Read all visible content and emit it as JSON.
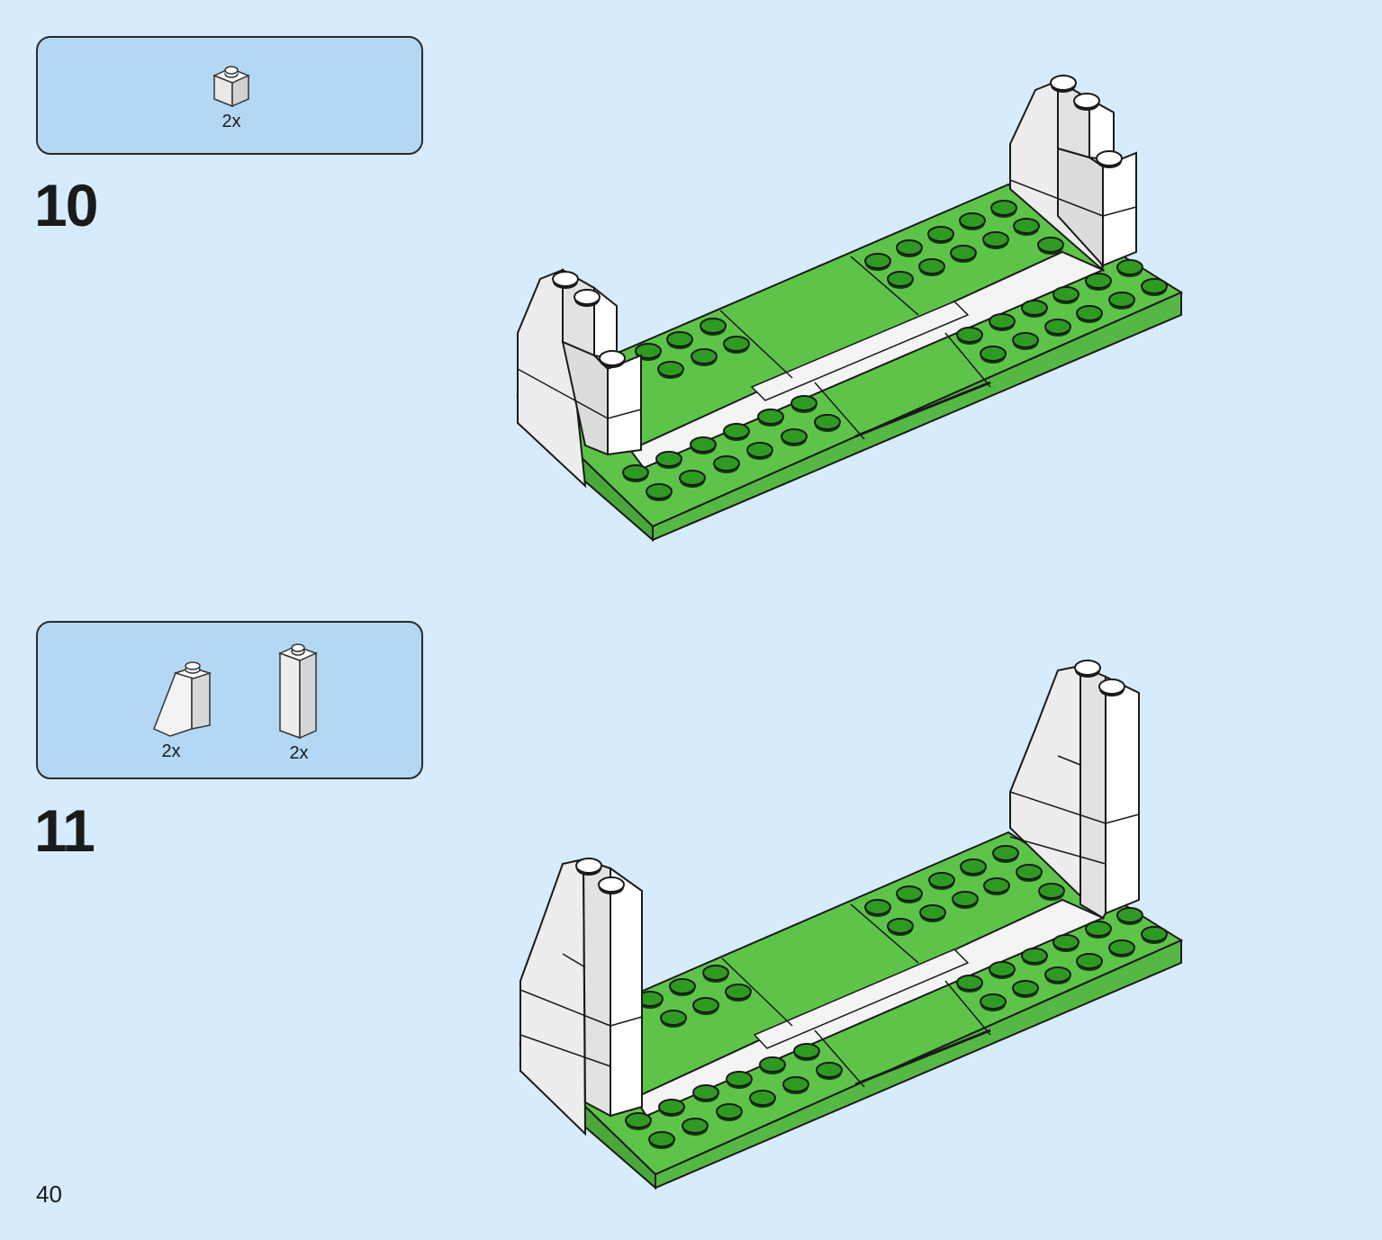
{
  "page": {
    "number": "40",
    "background": "#d6ecfc"
  },
  "colors": {
    "parts_box": "#b3d8f5",
    "brick_green": "#5ec449",
    "brick_white": "#f2f2f2",
    "outline": "#1a1a1a"
  },
  "steps": [
    {
      "number": "10",
      "parts": [
        {
          "name": "white-brick-1x1",
          "qty": "2x"
        }
      ]
    },
    {
      "number": "11",
      "parts": [
        {
          "name": "white-slope-1x1x2",
          "qty": "2x"
        },
        {
          "name": "white-brick-1x1x3",
          "qty": "2x"
        }
      ]
    }
  ]
}
